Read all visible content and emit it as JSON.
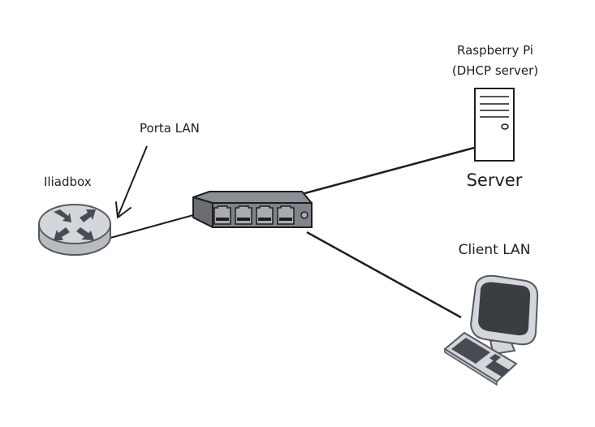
{
  "diagram": {
    "type": "network",
    "nodes": {
      "router": {
        "label": "Iliadbox",
        "icon": "router-icon"
      },
      "switch": {
        "label": "",
        "icon": "switch-icon",
        "ports": 4
      },
      "server": {
        "label_top_line1": "Raspberry Pi",
        "label_top_line2": "(DHCP server)",
        "label_bottom": "Server",
        "icon": "server-tower-icon"
      },
      "client": {
        "label": "Client LAN",
        "icon": "desktop-computer-icon"
      }
    },
    "annotations": {
      "lan_port": "Porta LAN"
    },
    "edges": [
      {
        "from": "router",
        "to": "switch"
      },
      {
        "from": "switch",
        "to": "server"
      },
      {
        "from": "switch",
        "to": "client"
      }
    ],
    "colors": {
      "stroke": "#1e1e1e",
      "device_fill": "#cfd2d6",
      "device_dark": "#484c52",
      "switch_body": "#7f848a",
      "screen": "#3a3d42"
    }
  }
}
